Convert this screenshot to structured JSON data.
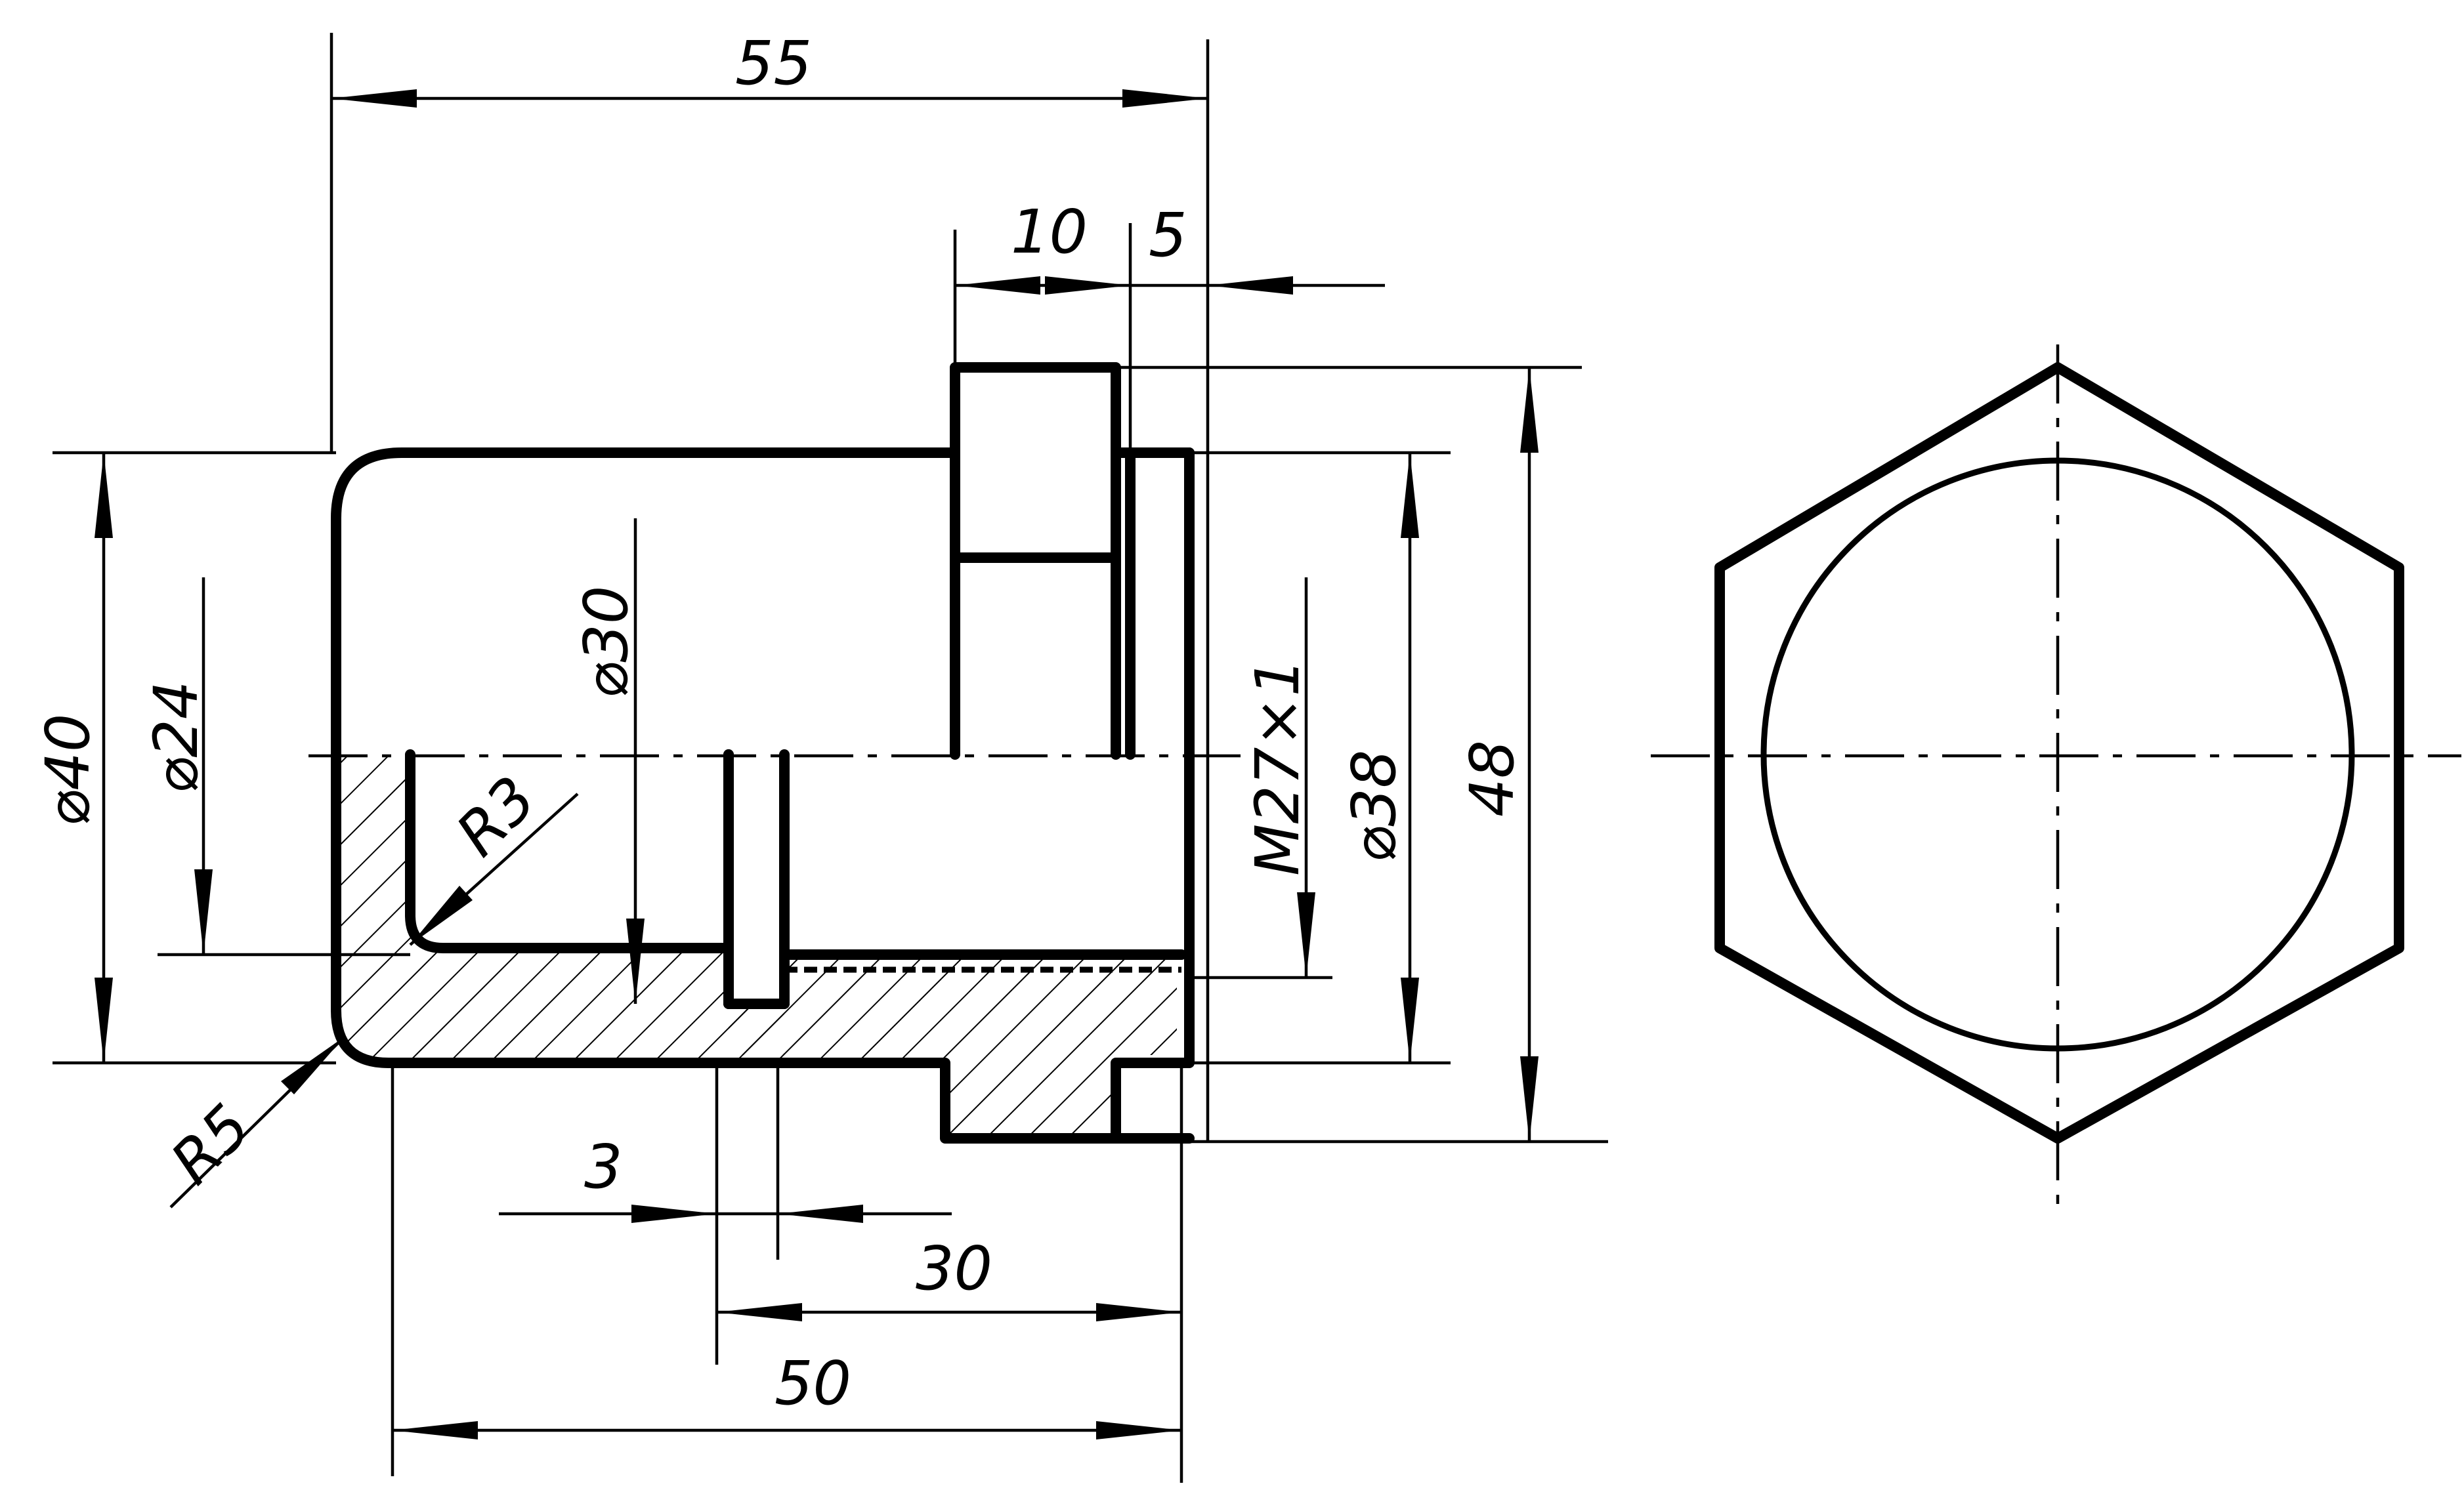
{
  "dimensions": {
    "overall_length": "55",
    "hex_width": "10",
    "thread_length": "5",
    "outer_diameter": "⌀40",
    "inner_diameter": "⌀24",
    "bore_diameter": "⌀30",
    "thread": "M27×1",
    "flange_diameter": "⌀38",
    "across_flats": "48",
    "fillet_radius_inner": "R3",
    "fillet_radius_outer": "R5",
    "groove_width": "3",
    "thread_section_length": "30",
    "body_length": "50"
  }
}
